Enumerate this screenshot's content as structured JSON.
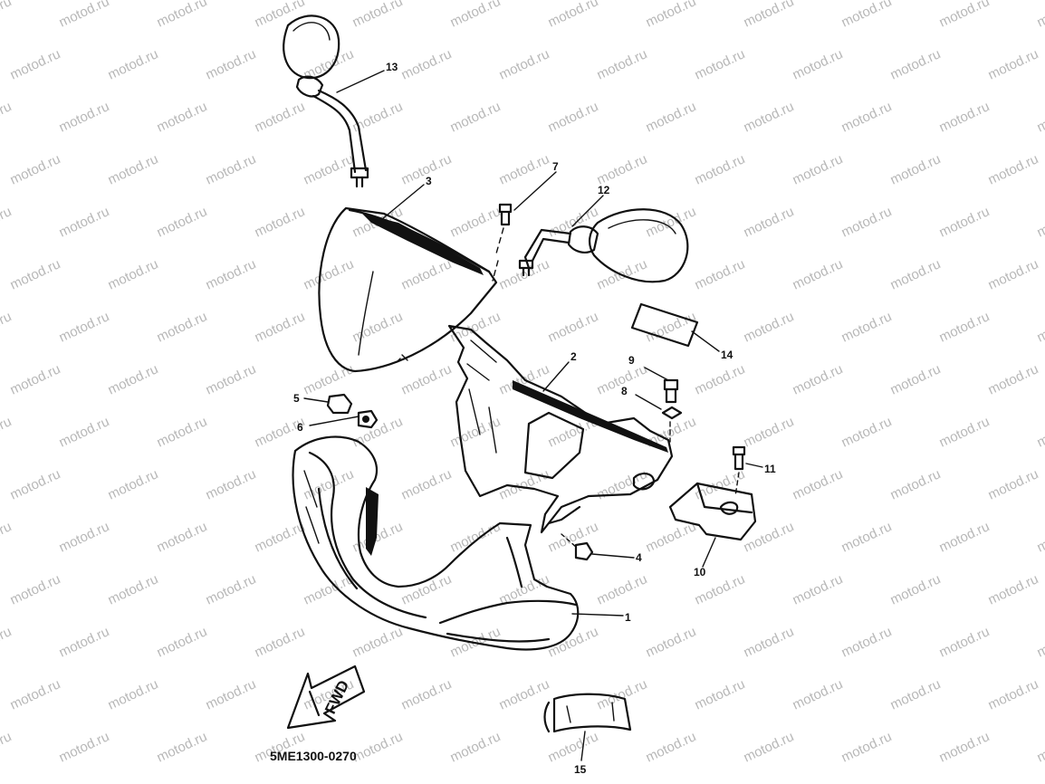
{
  "diagram": {
    "watermark_text": "motod.ru",
    "drawing_code": "5ME1300-0270",
    "direction_arrow_label": "FWD",
    "callouts": [
      "13",
      "3",
      "7",
      "12",
      "14",
      "2",
      "9",
      "8",
      "5",
      "6",
      "11",
      "4",
      "10",
      "1",
      "15"
    ],
    "parts": [
      "mirror-left",
      "windshield",
      "bolt-screw",
      "mirror-right",
      "emblem-label",
      "cowling-inner-panel",
      "screw",
      "washer",
      "grommet",
      "collar",
      "bolt",
      "nut",
      "bracket",
      "front-cowling",
      "handle-grip"
    ]
  },
  "colors": {
    "line": "#111111",
    "watermark": "#b8b8b8",
    "background": "#ffffff"
  }
}
